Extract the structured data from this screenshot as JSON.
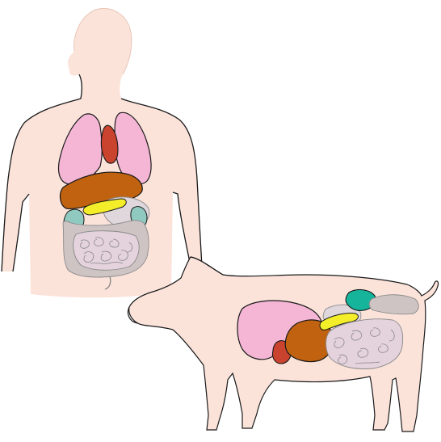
{
  "figure": {
    "labels": []
  },
  "colors": {
    "skin": "#fbe3da",
    "skin_edge": "#f3d3c7",
    "lungs": "#f5b6d6",
    "heart": "#c9432e",
    "liver": "#c0620f",
    "spleen_kidney": "#8fc9c0",
    "pig_spleen": "#16b49a",
    "pancreas": "#f4ee2a",
    "stomach": "#dfd7dc",
    "intestines": "#e4d2dc",
    "colon": "#cfc4c4",
    "outline": "#1a1a1a"
  },
  "subjects": [
    {
      "name": "human",
      "organs": [
        "lungs",
        "heart",
        "liver",
        "stomach",
        "pancreas",
        "spleen",
        "kidney",
        "small-intestine",
        "large-intestine"
      ]
    },
    {
      "name": "pig",
      "organs": [
        "lungs",
        "heart",
        "liver",
        "pancreas",
        "spleen",
        "stomach",
        "small-intestine",
        "colon"
      ]
    }
  ]
}
